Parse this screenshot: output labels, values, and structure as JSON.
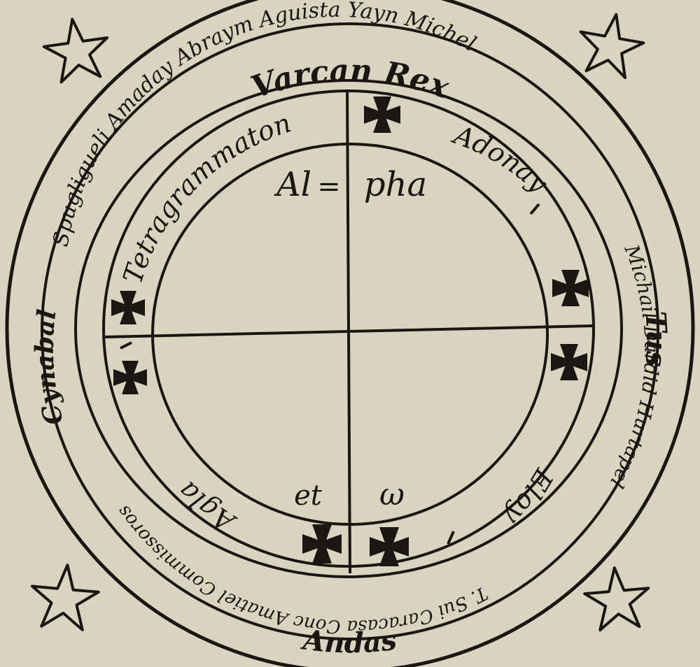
{
  "colors": {
    "paper": "#d9d4bf",
    "ink": "#1a1712"
  },
  "outer_band": {
    "top": "Varcan Rex",
    "right": "Tus",
    "bottom": "Andas",
    "left": "Cynabal"
  },
  "middle_ring": {
    "top_run": "Spugligueli Amaday Abraym Aguista Yayn Michel",
    "right_run": "Michail Dardid Hurtapel",
    "bottom_run": "T. Sui Caracasa Conc Amatiel Commissoros"
  },
  "inner_ring": {
    "top_left": "Tetragrammaton",
    "top_right": "Adonay",
    "bottom_right": "Eloy",
    "bottom_left": "Agla"
  },
  "quadrants": {
    "top_left": "Al",
    "top_right": "pha",
    "bottom_left": "et",
    "bottom_right": "ω"
  },
  "icons": [
    "star-icon",
    "cross-pattee-icon"
  ]
}
